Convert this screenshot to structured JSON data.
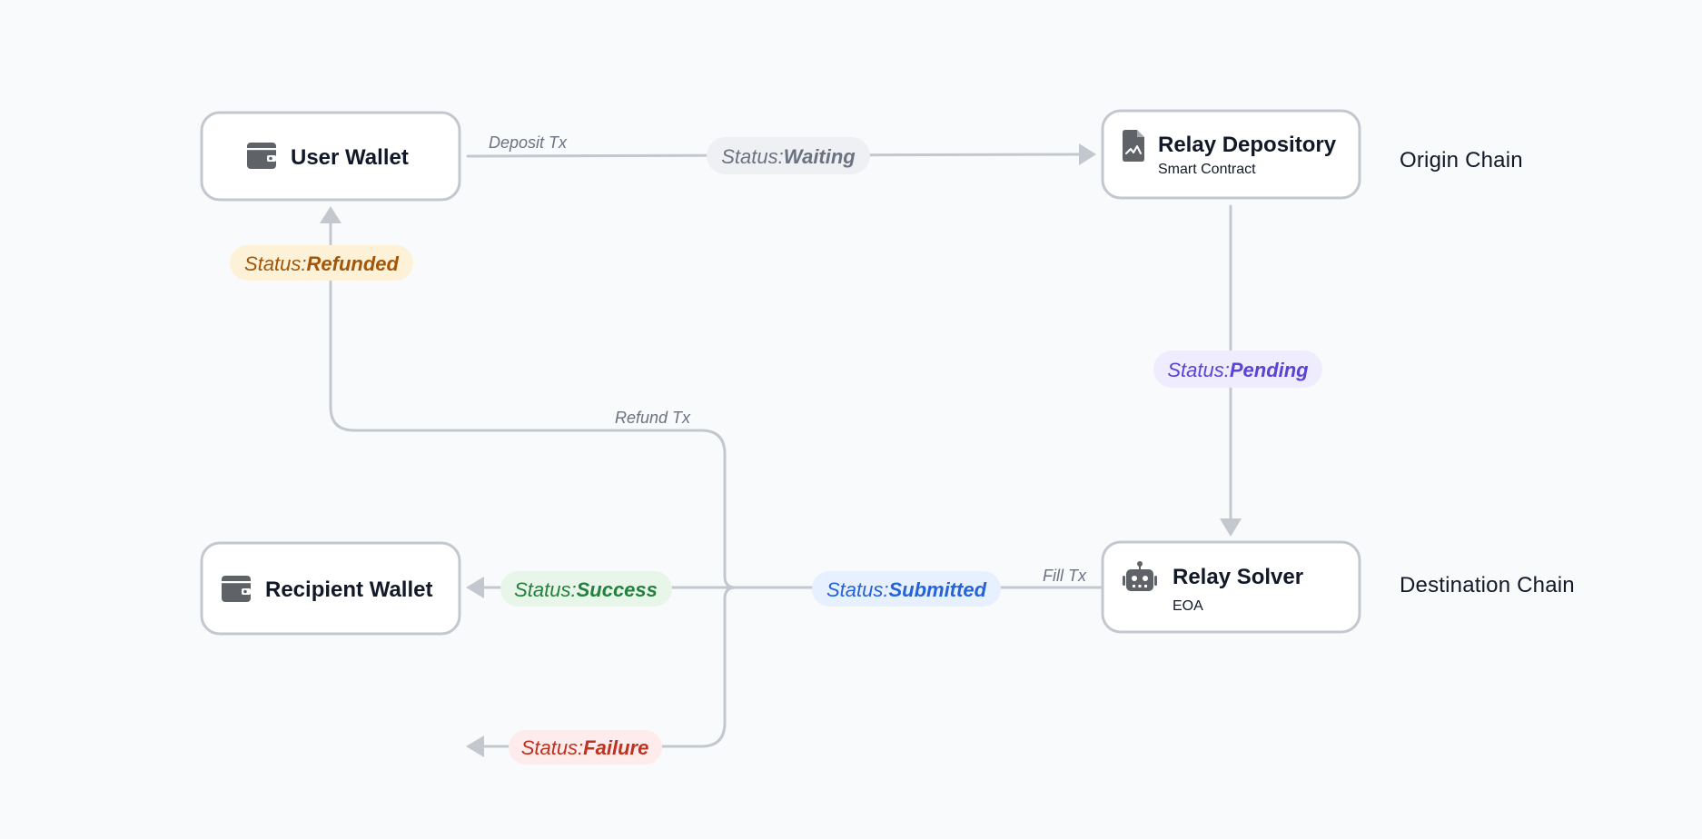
{
  "nodes": {
    "user_wallet": {
      "title": "User Wallet",
      "icon": "wallet-icon"
    },
    "relay_depository": {
      "title": "Relay Depository",
      "subtitle": "Smart Contract",
      "icon": "contract-document-icon"
    },
    "relay_solver": {
      "title": "Relay Solver",
      "subtitle": "EOA",
      "icon": "robot-icon"
    },
    "recipient_wallet": {
      "title": "Recipient Wallet",
      "icon": "wallet-icon"
    }
  },
  "chains": {
    "origin": "Origin Chain",
    "destination": "Destination Chain"
  },
  "edge_labels": {
    "deposit": "Deposit Tx",
    "refund": "Refund Tx",
    "fill": "Fill Tx"
  },
  "statuses": {
    "waiting": {
      "key": "Status:",
      "value": "Waiting",
      "text_color": "#6b7280",
      "bg_color": "#eef0f3"
    },
    "pending": {
      "key": "Status:",
      "value": "Pending",
      "text_color": "#5b43d6",
      "bg_color": "#efedfd"
    },
    "refunded": {
      "key": "Status:",
      "value": "Refunded",
      "text_color": "#a3560a",
      "bg_color": "#fdf2d8"
    },
    "submitted": {
      "key": "Status:",
      "value": "Submitted",
      "text_color": "#2563d9",
      "bg_color": "#e7f0fe"
    },
    "success": {
      "key": "Status:",
      "value": "Success",
      "text_color": "#23803d",
      "bg_color": "#e8f6ea"
    },
    "failure": {
      "key": "Status:",
      "value": "Failure",
      "text_color": "#c0321f",
      "bg_color": "#fdeceb"
    }
  },
  "colors": {
    "background": "#f9fafc",
    "node_border": "#c3c8ce",
    "connector": "#c3c8ce",
    "icon": "#5f6368"
  }
}
